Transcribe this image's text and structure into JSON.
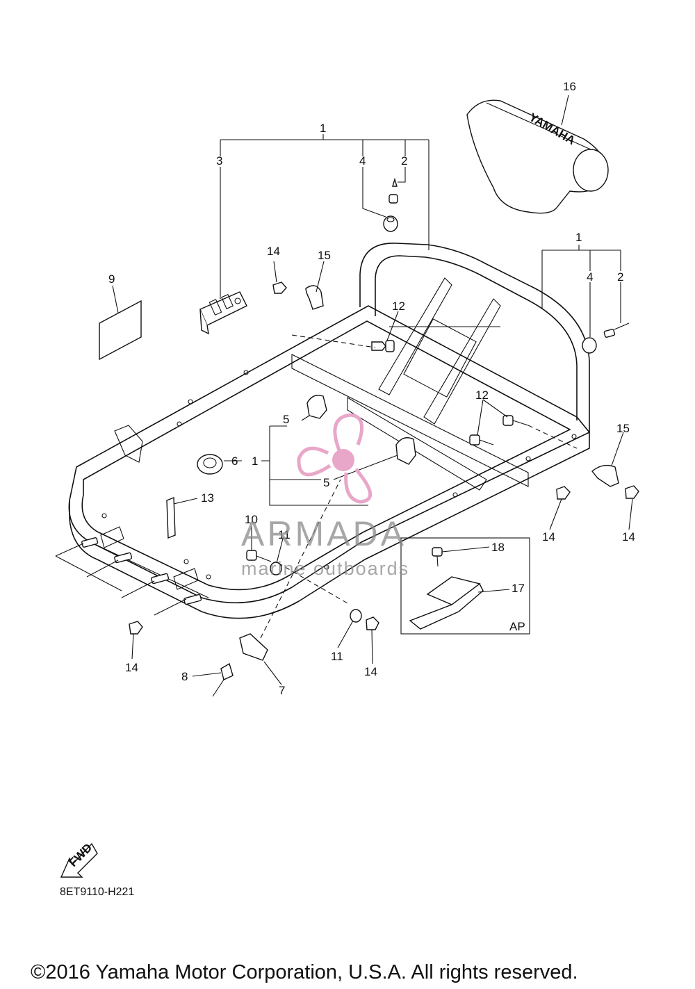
{
  "diagram": {
    "callouts": {
      "c1_top": "1",
      "c2_top": "2",
      "c3": "3",
      "c4_top": "4",
      "c1_right": "1",
      "c2_right": "2",
      "c4_right": "4",
      "c5_upper": "5",
      "c5_lower": "5",
      "c6": "6",
      "c1_mid": "1",
      "c7": "7",
      "c8": "8",
      "c9": "9",
      "c10": "10",
      "c11_left": "11",
      "c11_bottom": "11",
      "c12_top": "12",
      "c12_right": "12",
      "c13": "13",
      "c14_top": "14",
      "c14_right_a": "14",
      "c14_right_b": "14",
      "c14_left": "14",
      "c14_bottom": "14",
      "c15_top": "15",
      "c15_right": "15",
      "c16": "16",
      "c17": "17",
      "c18": "18"
    },
    "cover_brand": "YAMAHA",
    "ap_label": "AP",
    "fwd_label": "FWD",
    "diagram_code": "8ET9110-H221"
  },
  "watermark": {
    "brand": "ARMADA",
    "tagline": "marine outboards",
    "accent_color": "#e8a7c8"
  },
  "copyright": "©2016 Yamaha Motor Corporation, U.S.A. All rights reserved."
}
